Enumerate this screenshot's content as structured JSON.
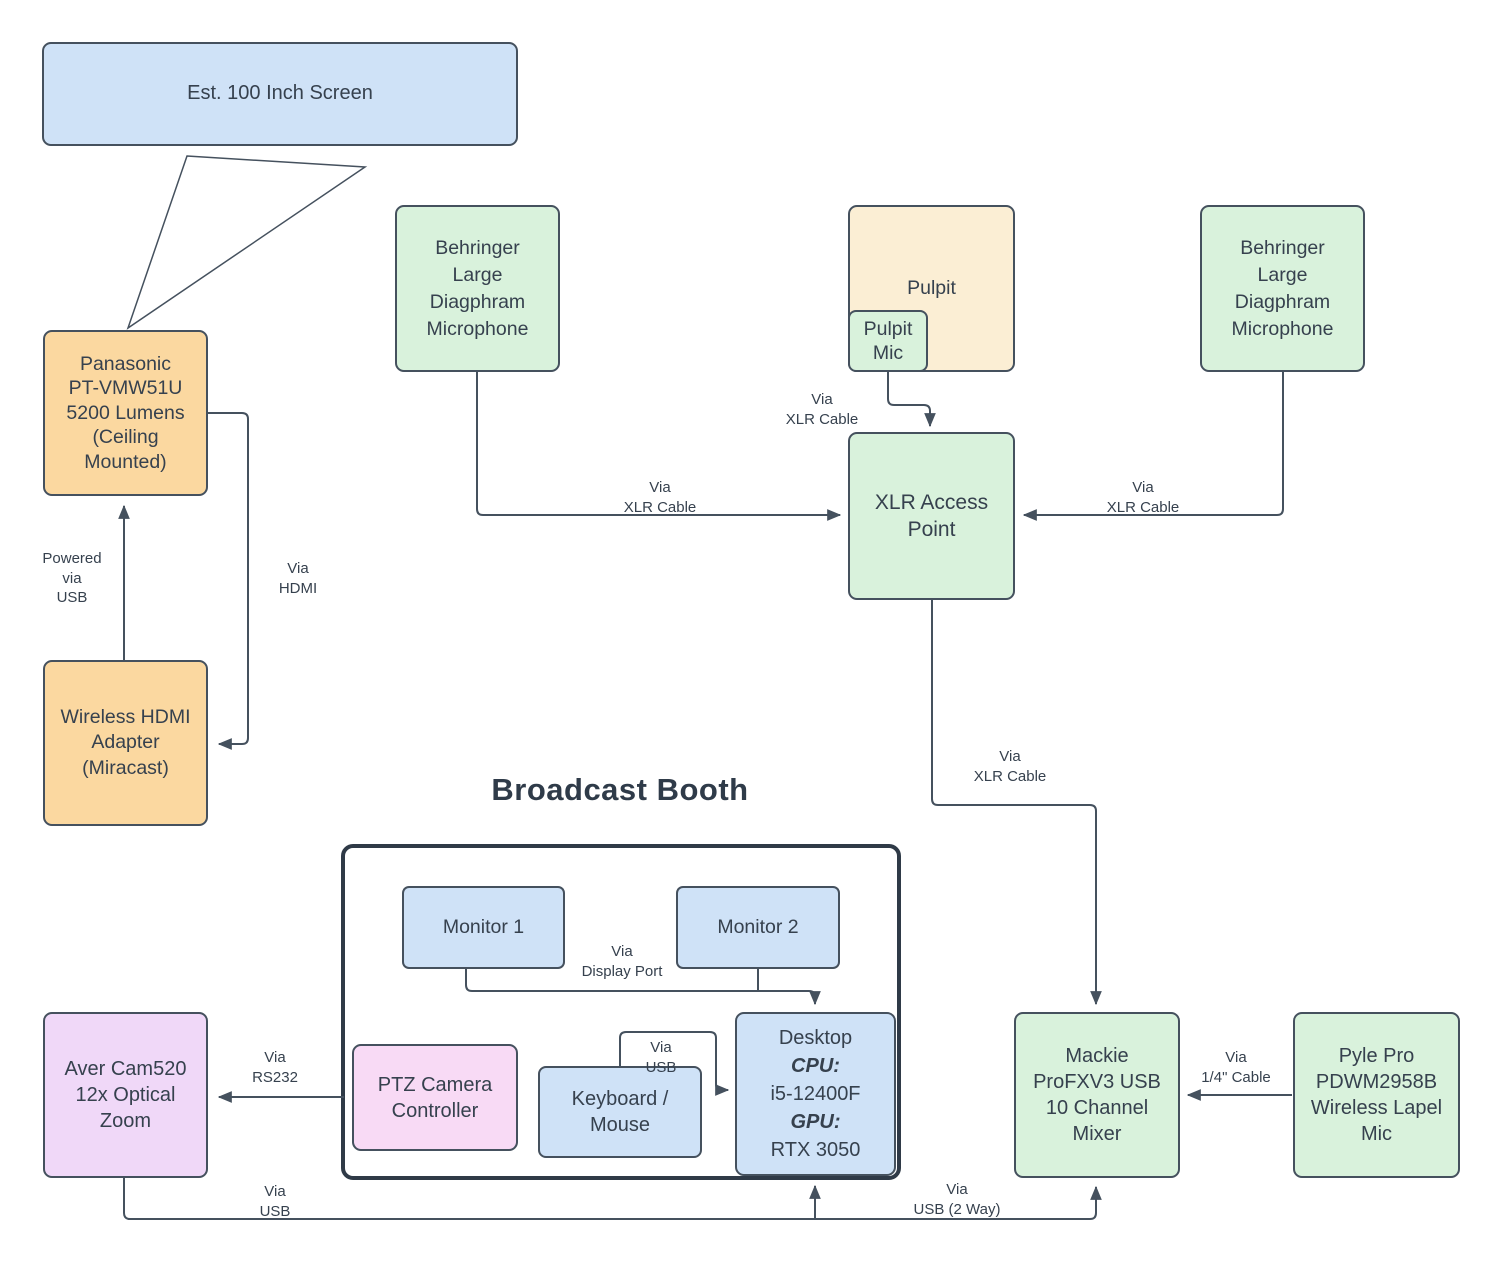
{
  "title": "Broadcast Booth",
  "colors": {
    "blue": "#cfe2f7",
    "green": "#d9f2dc",
    "orange": "#fbd8a0",
    "cream": "#fbeed4",
    "pink": "#f8daf5",
    "purple": "#f0d8f8",
    "border": "#45515e",
    "line": "#45515e",
    "booth-border": "#2f3a47",
    "text": "#36414e",
    "title": "#2f3b49"
  },
  "nodes": {
    "screen": {
      "label": "Est. 100 Inch Screen"
    },
    "projector": {
      "label": "Panasonic\nPT-VMW51U\n5200 Lumens\n(Ceiling\nMounted)"
    },
    "hdmi_adapter": {
      "label": "Wireless HDMI\nAdapter\n(Miracast)"
    },
    "behringer_left": {
      "label": "Behringer\nLarge\nDiagphram\nMicrophone"
    },
    "behringer_right": {
      "label": "Behringer\nLarge\nDiagphram\nMicrophone"
    },
    "pulpit": {
      "label": "Pulpit"
    },
    "pulpit_mic": {
      "label": "Pulpit\nMic"
    },
    "xlr_access_point": {
      "label": "XLR Access\nPoint"
    },
    "monitor1": {
      "label": "Monitor 1"
    },
    "monitor2": {
      "label": "Monitor 2"
    },
    "ptz_controller": {
      "label": "PTZ Camera\nController"
    },
    "keyboard_mouse": {
      "label": "Keyboard /\nMouse"
    },
    "desktop": {
      "title": "Desktop",
      "cpu_label": "CPU:",
      "cpu_value": "i5-12400F",
      "gpu_label": "GPU:",
      "gpu_value": "RTX 3050"
    },
    "aver_cam": {
      "label": "Aver Cam520\n12x Optical\nZoom"
    },
    "mackie_mixer": {
      "label": "Mackie\nProFXV3 USB\n10 Channel\nMixer"
    },
    "pyle_mic": {
      "label": "Pyle Pro\nPDWM2958B\nWireless Lapel\nMic"
    }
  },
  "edge_labels": {
    "powered_usb": "Powered\nvia\nUSB",
    "via_hdmi": "Via\nHDMI",
    "via_xlr_left": "Via\nXLR Cable",
    "via_xlr_pulpit": "Via\nXLR Cable",
    "via_xlr_right": "Via\nXLR Cable",
    "via_xlr_mixer": "Via\nXLR Cable",
    "via_display_port": "Via\nDisplay Port",
    "via_usb_keyboard": "Via\nUSB",
    "via_rs232": "Via\nRS232",
    "via_usb_camera": "Via\nUSB",
    "via_usb_2way": "Via\nUSB (2 Way)",
    "via_quarter_cable": "Via\n1/4\" Cable"
  }
}
